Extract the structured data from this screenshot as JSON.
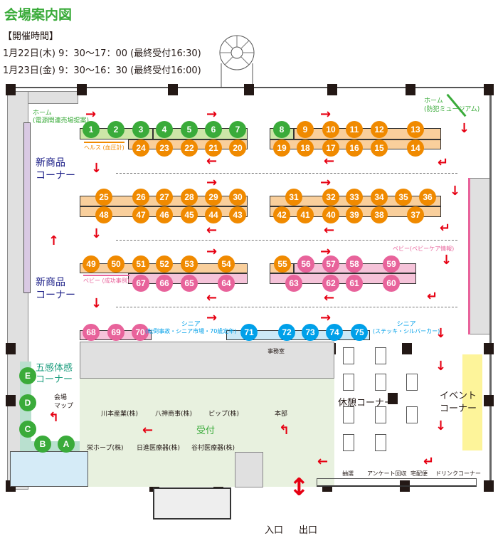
{
  "title": "会場案内図",
  "hours": {
    "heading": "【開催時間】",
    "day1": "1月22日(木) 9：30～17：00 (最終受付16:30)",
    "day2": "1月23日(金) 9：30～16：30 (最終受付16:00)"
  },
  "colors": {
    "green": "#3aab3a",
    "orange": "#f08a00",
    "pink": "#e8639b",
    "blue": "#00a0e9",
    "arrow": "#e60012"
  },
  "booths": {
    "green": [
      "1",
      "2",
      "3",
      "4",
      "5",
      "6",
      "7",
      "8",
      "E",
      "D",
      "C",
      "B",
      "A"
    ],
    "orange": [
      "9",
      "10",
      "11",
      "12",
      "13",
      "14",
      "15",
      "16",
      "17",
      "18",
      "19",
      "20",
      "21",
      "22",
      "23",
      "24",
      "25",
      "26",
      "27",
      "28",
      "29",
      "30",
      "31",
      "32",
      "33",
      "34",
      "35",
      "36",
      "37",
      "38",
      "39",
      "40",
      "41",
      "42",
      "43",
      "44",
      "45",
      "46",
      "47",
      "48",
      "49",
      "50",
      "51",
      "52",
      "53",
      "54",
      "55"
    ],
    "pink": [
      "56",
      "57",
      "58",
      "59",
      "60",
      "61",
      "62",
      "63",
      "64",
      "65",
      "66",
      "67",
      "68",
      "69",
      "70"
    ],
    "blue": [
      "71",
      "72",
      "73",
      "74",
      "75"
    ]
  },
  "zones": {
    "home_power": [
      "ホーム",
      "(電源関連売場提案)"
    ],
    "home_crime": [
      "ホーム",
      "(防犯ミュージアム)"
    ],
    "health": "ヘルス (血圧計)",
    "new_products_1": [
      "新商品",
      "コーナー"
    ],
    "new_products_2": [
      "新商品",
      "コーナー"
    ],
    "baby_success": "ベビー (成功事例)",
    "baby_care": "ベビー(ベビーケア情報)",
    "senior_1": [
      "シニア",
      "(転倒事故・シニア市場・70歳定年)"
    ],
    "senior_2": [
      "シニア",
      "(ステッキ・シルバーカー)"
    ],
    "five_senses": [
      "五感体感",
      "コーナー"
    ],
    "venue_map": [
      "会場",
      "マップ"
    ],
    "office": "事務室",
    "rest": "休憩コーナー",
    "event": [
      "イベント",
      "コーナー"
    ],
    "reception": "受付",
    "hq": "本部",
    "companies": [
      "川本産業(株)",
      "八神商事(株)",
      "ピップ(株)",
      "栄ホープ(株)",
      "日進医療器(株)",
      "谷村医療器(株)"
    ],
    "lottery": "抽選",
    "survey": "アンケート回収",
    "delivery": "宅配便",
    "drink": "ドリンクコーナー",
    "entrance": "入口",
    "exit": "出口"
  }
}
